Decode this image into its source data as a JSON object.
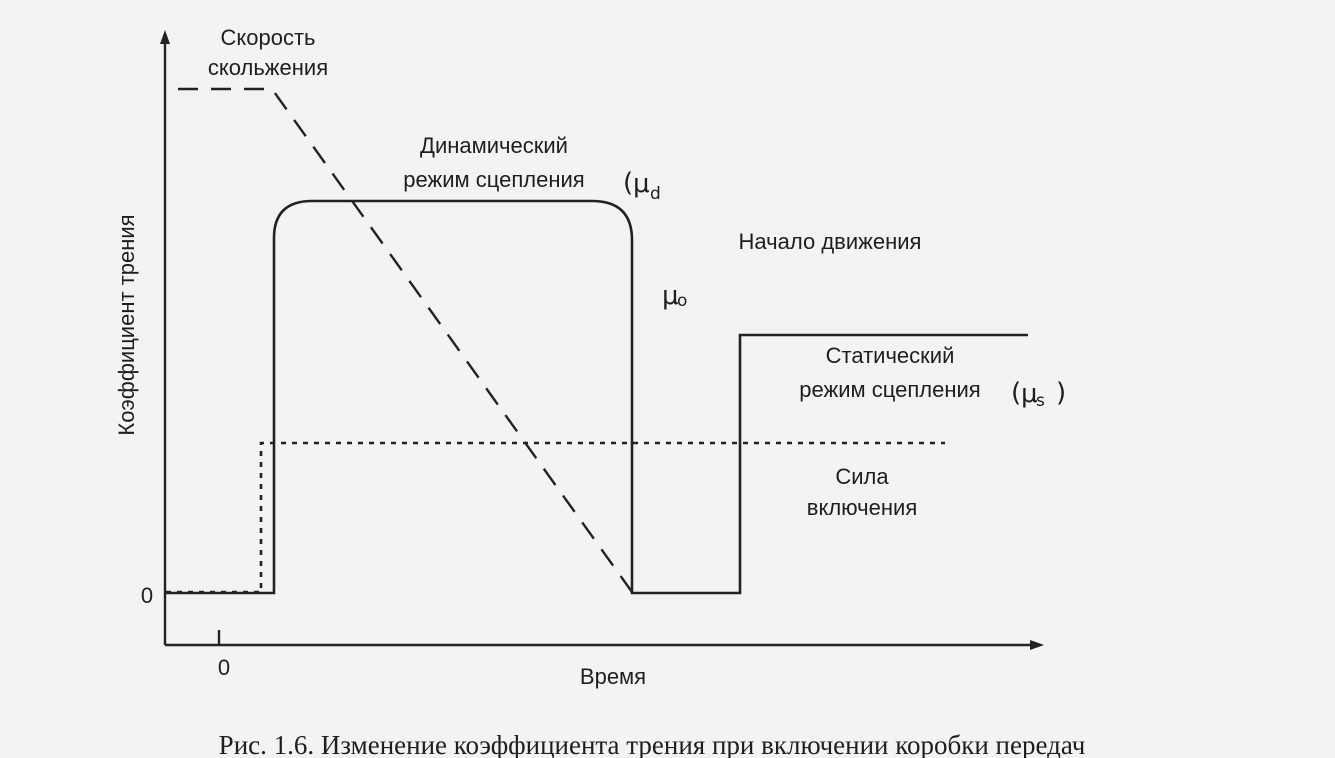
{
  "figure": {
    "y_axis_label": "Коэффициент трения",
    "x_axis_label": "Время",
    "y_zero_label": "0",
    "x_zero_label": "0",
    "sliding_speed_label": [
      "Скорость",
      "скольжения"
    ],
    "dynamic_label": [
      "Динамический",
      "режим сцепления"
    ],
    "dynamic_symbol": {
      "open": "(",
      "mu": "μ",
      "sub": "d"
    },
    "motion_start_label": "Начало движения",
    "mu_zero_symbol": {
      "mu": "μ",
      "sub": "o"
    },
    "static_label": [
      "Статический",
      "режим сцепления"
    ],
    "static_symbol": {
      "open": "(",
      "mu": "μ",
      "sub": "s",
      "close": ")"
    },
    "engagement_force_label": [
      "Сила",
      "включения"
    ]
  },
  "caption": "Рис. 1.6. Изменение коэффициента трения при включении коробки передач",
  "colors": {
    "ink": "#1e1e1e",
    "paper": "#f4f3f1"
  }
}
